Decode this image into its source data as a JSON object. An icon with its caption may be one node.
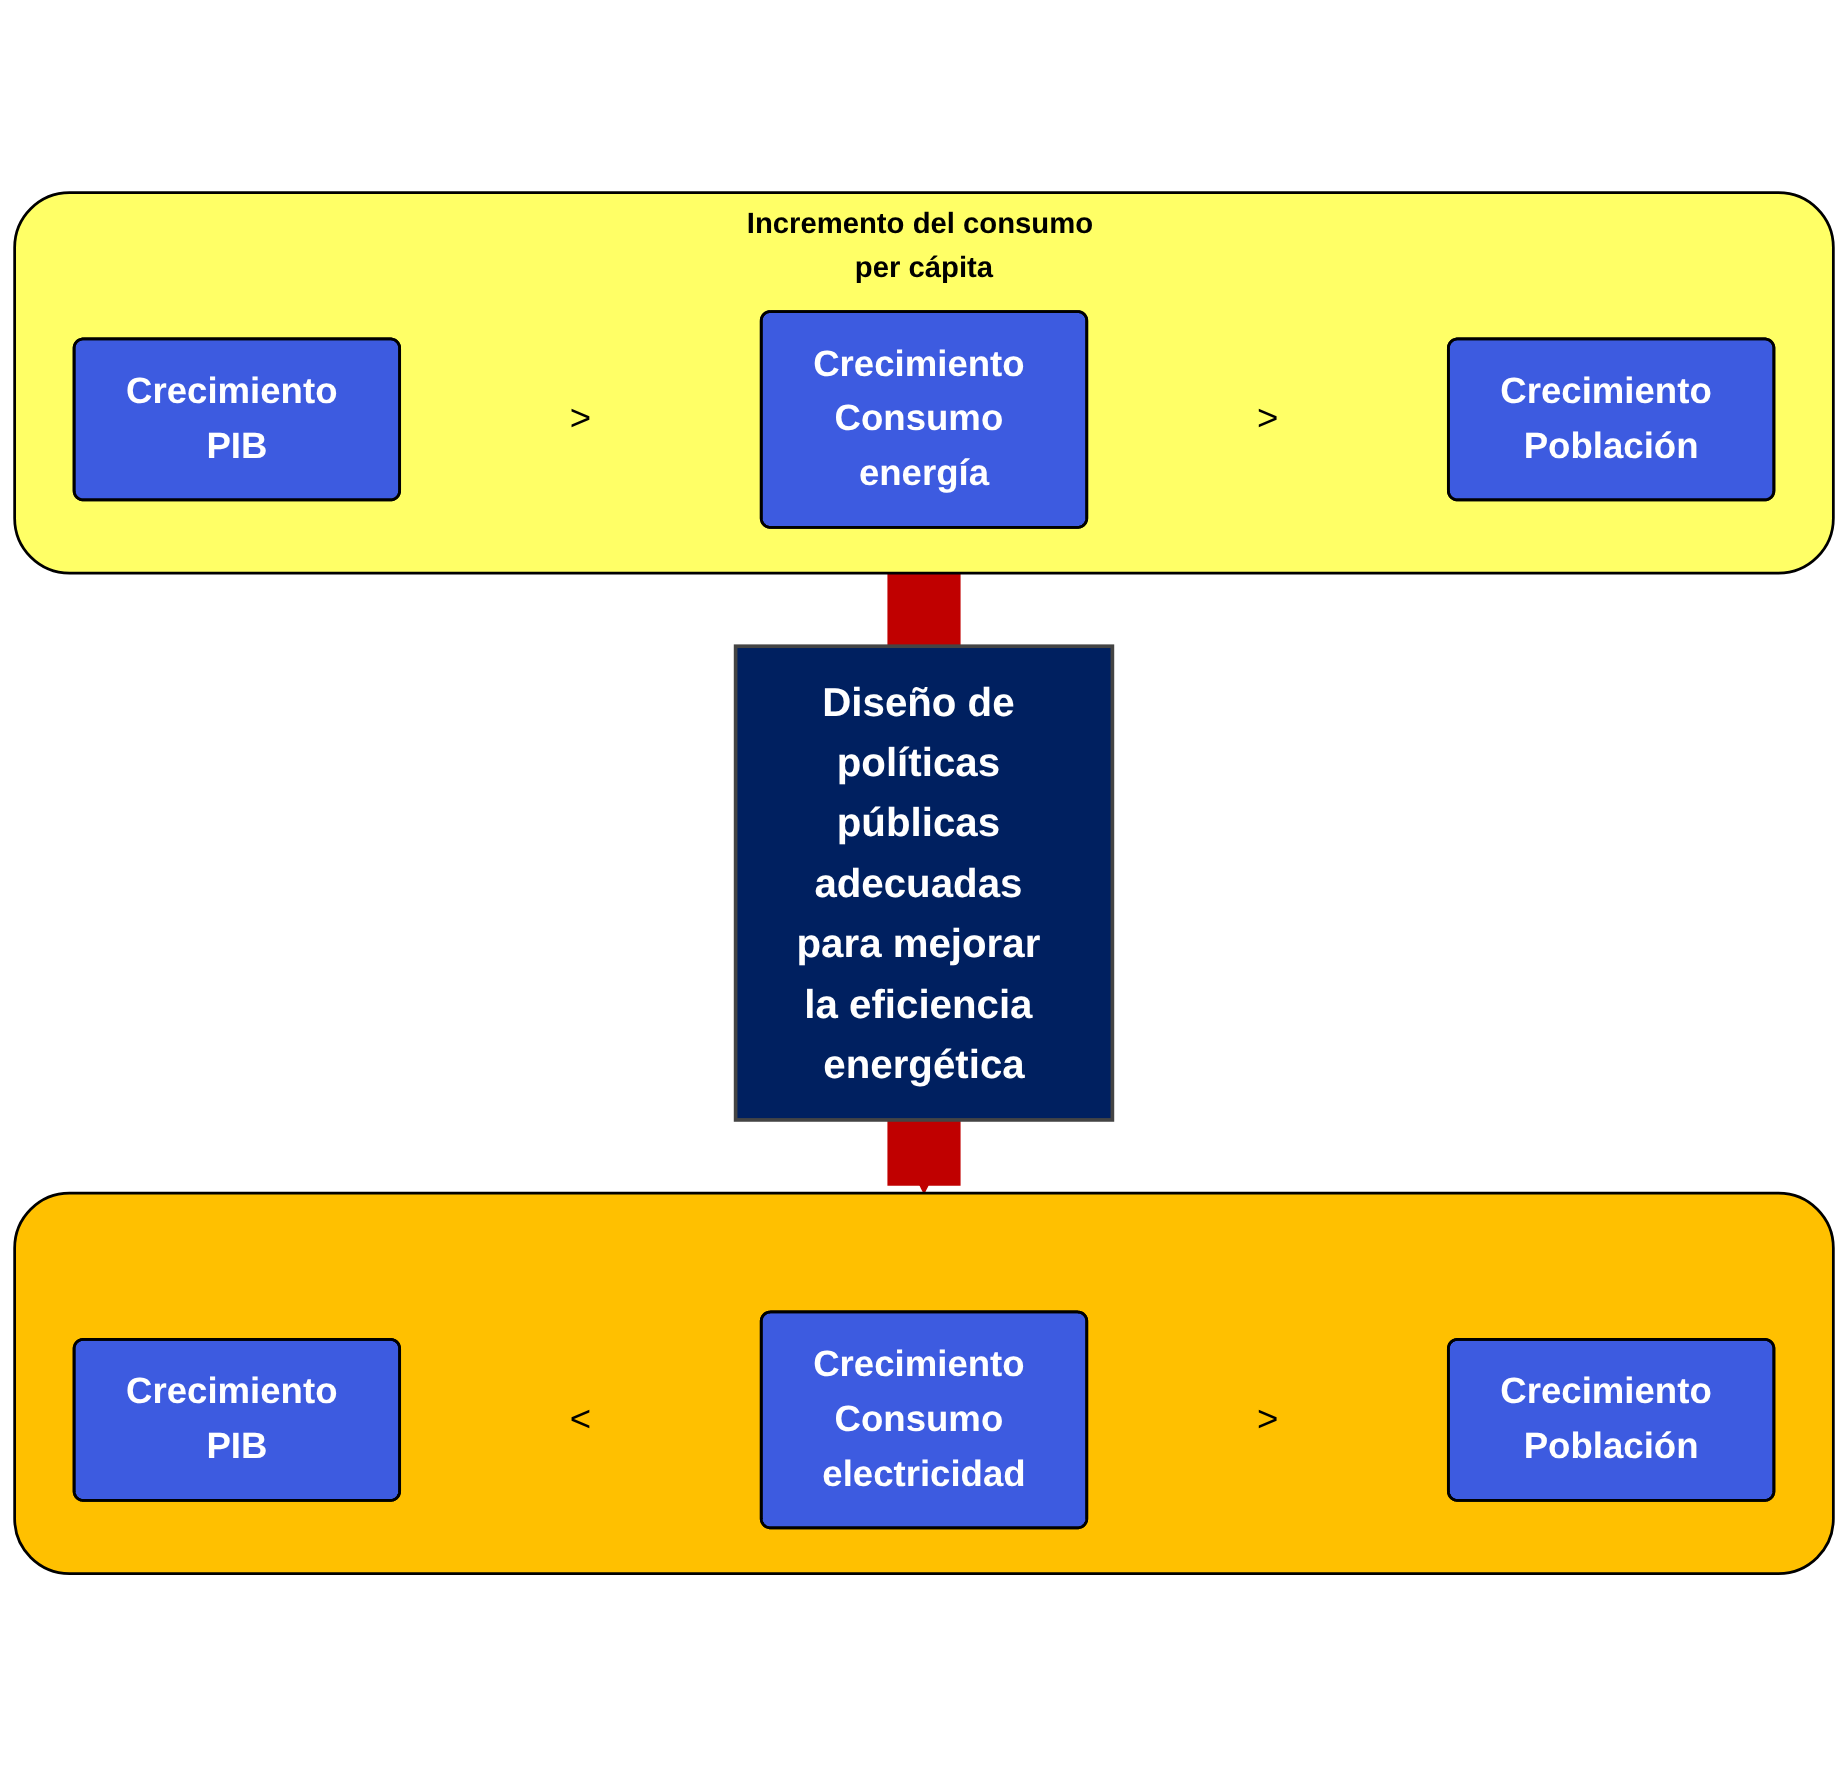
{
  "diagram": {
    "nodes": [
      {
        "text": [
          "Incremento del consumo per cápita"
        ]
      },
      {
        "text": [
          "Crecimiento PIB"
        ],
        "in": 0
      },
      {
        "text": [
          "Crecimiento Consumo energía"
        ],
        "in": 0
      },
      {
        "text": [
          "Crecimiento Población"
        ],
        "in": 0
      },
      {
        "text": [
          "Diseño de políticas públicas adecuadas para mejorar la eficiencia energética"
        ]
      },
      {
        "text": [],
        "shape": "box"
      },
      {
        "text": [
          "Crecimiento PIB"
        ],
        "in": 5
      },
      {
        "text": [
          "Crecimiento Consumo electricidad"
        ],
        "in": 5
      },
      {
        "text": [
          "Crecimiento Población"
        ],
        "in": 5
      }
    ],
    "edges": [
      {
        "from": 0,
        "to": 4,
        "arrow": "none",
        "color": "#c00000"
      },
      {
        "from": 4,
        "to": 5,
        "arrow": "to",
        "color": "#c00000"
      }
    ],
    "labels": [
      ">",
      ">",
      "<",
      ">"
    ]
  }
}
